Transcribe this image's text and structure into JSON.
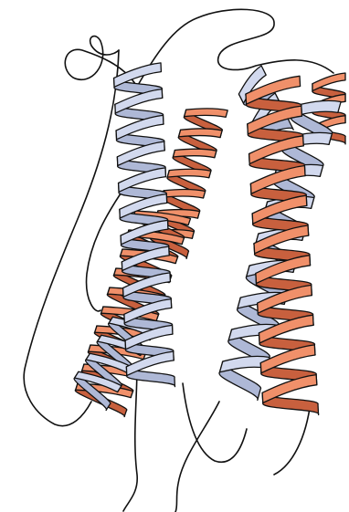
{
  "figure": {
    "description_free": true,
    "helix_colors": {
      "light": "#d2d9ee",
      "light_back": "#aeb8d6",
      "orange": "#f0906a",
      "orange_back": "#c8603e",
      "outline": "#111111"
    },
    "helices": [
      {
        "id": "h1",
        "color": "light",
        "turns": 12
      },
      {
        "id": "h2",
        "color": "orange",
        "turns": 7
      },
      {
        "id": "h3",
        "color": "orange",
        "turns": 10
      },
      {
        "id": "h4",
        "color": "light",
        "turns": 4
      },
      {
        "id": "h5",
        "color": "orange",
        "turns": 11
      },
      {
        "id": "h6",
        "color": "light",
        "turns": 9
      },
      {
        "id": "h7",
        "color": "light",
        "turns": 2
      },
      {
        "id": "h8",
        "color": "orange",
        "turns": 3
      }
    ]
  }
}
